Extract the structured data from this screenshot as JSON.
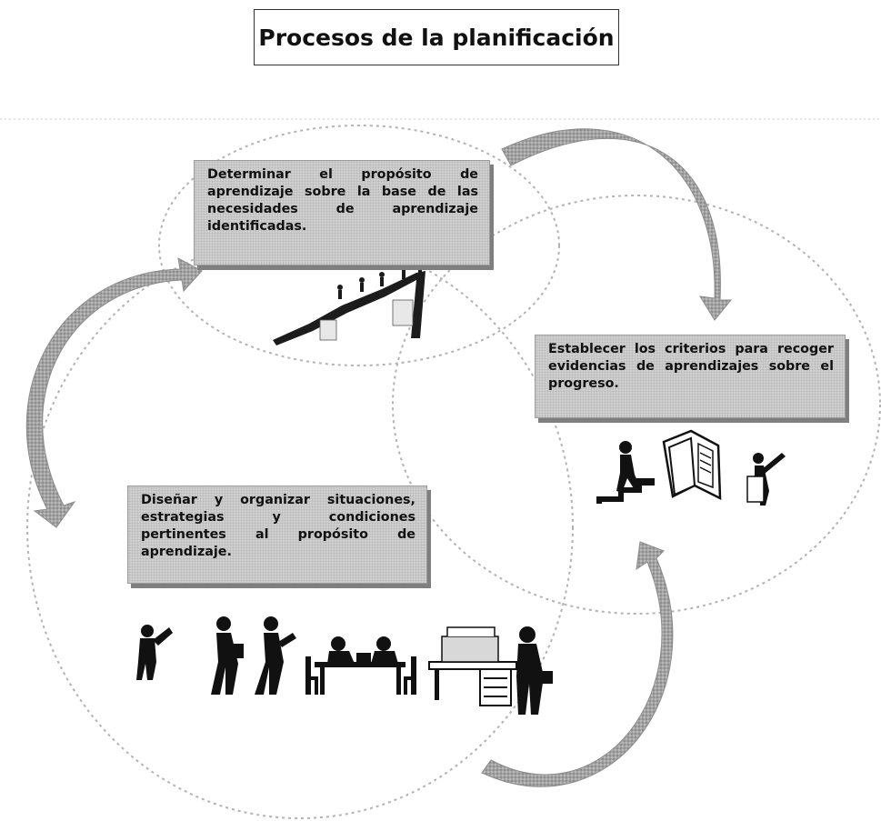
{
  "title": "Procesos de la planificación",
  "steps": [
    {
      "text": "Determinar el propósito de aprendizaje sobre la base de las necesidades de aprendizaje identificadas.",
      "icon": "team-climbing-stairs-icon"
    },
    {
      "text": "Establecer los criterios para recoger evidencias de aprendizajes sobre el progreso.",
      "icon": "person-climbing-steps-checklist-icon"
    },
    {
      "text": "Diseñar y organizar situaciones, estrategias y condiciones pertinentes al propósito de aprendizaje.",
      "icon": "people-planning-at-table-icon"
    }
  ],
  "colors": {
    "arrow": "#9c9c9c",
    "box": "#cfcfcf",
    "circle": "#b5b5b5",
    "text": "#111111"
  }
}
